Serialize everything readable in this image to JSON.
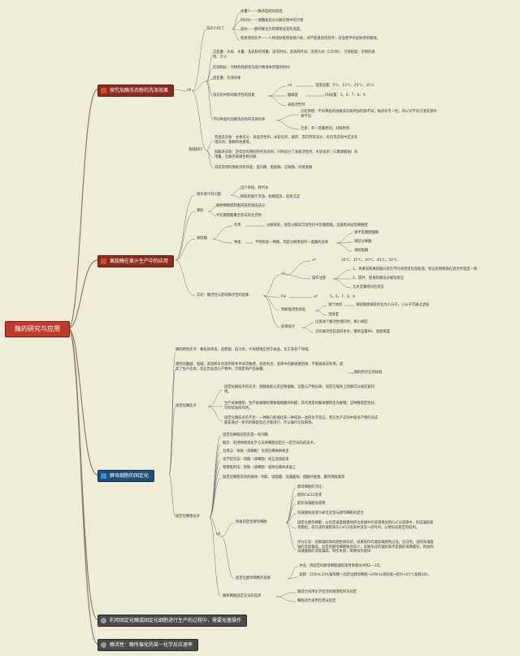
{
  "root": "酶的研究与应用",
  "branches": {
    "b1": "探究加酶洗衣粉的洗涤效果",
    "b2": "果胶酶在果汁生产中的应用",
    "b3": "酵母细胞的固定化",
    "b4": "利用固定化酶或固定化细胞进行生产的过程中，需要无菌操作",
    "b5": "酶活性：酶所催化的某一化学反应速率"
  },
  "b1": {
    "xifa": "洗衣小窍门",
    "xf1": "水量少——酶浓度相对较高",
    "xf2": "时间长——使酶能充分分解衣物中的污物",
    "xf3": "温水——酶的催化作用需要适宜的温度。",
    "xf4": "低速清洗双手——人体皮肤能够直接凸痕，如不能直接洗双手，就会使手的皮肤受到腐蚀。",
    "var": "自变量：水质、水量、洗衣粉的用量、浸泡时间、洗涤的时间、洗涤方式（2次/秒）、污渍程度、衣物的质地、大小",
    "ctrl": "检测指标：污物的残留状况或污物清失所需的时间",
    "dep": "因变量：洗涤效果",
    "factor": "洗衣粉中影响酶活性的因素",
    "temp": "温度设置：5℃、15℃、25℃、35℃",
    "ph": "PH设置：5、6、7、8、9",
    "surf": "表面活性剂",
    "diff": "不同种类的加酶洗衣粉的洗涤效果",
    "d1": "实验原理：不同种类的加酶洗衣粉所加的酶不同，酶具有专一性，所以对不同污渍洗涤效果不同",
    "d2": "注意：单一变量原则，对照原则",
    "basic": "基础知识",
    "k1": "普通洗衣粉：主要成分：表面活性剂、水软化剂、碱剂、漂白剂等成分，有的洗衣粉中还含有增白剂、香精和色素等。",
    "k2": "加酶洗衣粉：是指含有酶制剂的洗衣粉，同时成分了表面活性剂、水软化剂（三聚磷酸钠）的用量，且酶可被微生物分解",
    "k3": "目前常用的酶制剂有四类：蛋白酶、脂肪酶、淀粉酶、纤维素酶"
  },
  "b2": {
    "zzz": "制作果汁的问题",
    "z1": "出汁率低、耗时长",
    "z2": "榨取的果汁浑浊、粘稠度高，容易沉淀",
    "guojiao": "果胶",
    "g1": "植物细胞壁和胞间层的组成成分",
    "g2": "半乳糖醛酸聚合而成的化合物",
    "gjm": "果胶酶",
    "gz": "作用",
    "gz1": "分解果胶，使其分解成可溶性的半乳糖醛酸，瓦解胞间层及细胞壁",
    "zl": "种类",
    "zl0": "不特指某一种酶，而是分解果胶的一类酶的总称",
    "zl1": "果半乳糖醛酸酶",
    "zl2": "果胶分解酶",
    "zl3": "果胶酯酶",
    "exp": "实验：酶活性与影响酶活性的因素",
    "wd": "温度",
    "wdv": "30℃、35℃、40℃、45℃、50℃",
    "czz": "操作注意",
    "c1": "1、将果泥和果胶酶分装在不同试管里恒温处理，保证底物和酶在混合时温度一致",
    "c2": "2、搅拌，使果胶酶充分催化反应",
    "c3": "无关变量相同且适宜",
    "phk": "PH",
    "phv": "5、6、7、8、9",
    "pd": "判断酶活性高低",
    "pd1": "果汁体积",
    "pd1a": "果胶酶使果胶转化为小分子，小分子可通过滤纸",
    "pd2": "澄清度",
    "jg": "结果统计",
    "jg1": "出现两个酶活性相同时，稀小梯度",
    "jg2": "没有酶活性较高的条件，重新设置PH、温度梯度"
  },
  "b3": {
    "m1": "酶的特性优点：催化效率高、低耗能、低污染。大规模地应用于食品、化工等各个领域。",
    "m2": "遇到对酸碱、强碱、高温和有机溶剂等条件非常敏感，容易失活；溶液中的酶很难回收、不能被再次利用，提高了生产成本；反应后会混在产物中，可能影响产品质量。",
    "m2r": "酶制剂存在的缺陷",
    "gdh": "固定化酶技术",
    "gh1": "固定化酶技术的优点：使酶既能与反应物接触，又能与产物分离；固定在载体上的酶可以被反复利用。",
    "gh2": "生产高果糖浆：生产高果糖浆需要葡萄糖异构酶；其作用是将葡萄糖转化为果糖；这种酶稳定性好，可持续发挥作用。",
    "gh3": "固定化酶技术的不足：一种酶只能催化某一种或某一类的化学反应，而在生产实际中很多产物的形成都是通过一系列的酶促反应才能进行，所以操作比较麻烦。",
    "gxj": "固定化细胞技术",
    "x1": "固定化细胞固定的是一系列酶",
    "x2": "概念：利用物理或化学方法将细胞固定在一定空间内的技术。",
    "x3": "包埋法：将酶（或细胞）包埋在细微网格里",
    "x4": "化学结合法：将酶（或细胞）相互连接起来",
    "x5": "物理吸附法：将酶（或细胞）吸附在载体表面上",
    "x6": "固定化细胞常用的载体：明胶、琼脂糖、海藻酸钠、醋酸纤维素、聚丙烯酰胺等",
    "yb": "制备固定化酵母细胞",
    "y1": "酵母细胞的活化；",
    "y2": "配制CaCl2溶液",
    "y3": "配制海藻酸钠溶液",
    "y4": "海藻酸钠溶液冷却至室温与酵母细胞的混合",
    "y5": "固定化酵母细胞：以恒定速度缓慢地将注射器中的溶液滴加到CaCl2溶液中，形成凝胶珠状颗粒。前在成的凝胶珠在CaCl2溶液中浸泡一段时间，以便形成稳定的结构。",
    "y6": "评价实验：观察凝胶珠的颜色和形状，如果制作的凝胶珠颜色过浅、呈白色，说明海藻酸钠的浓度偏低，固定的酵母细胞数目较少；如果形成的凝胶珠不是圆形或椭圆形，则说明海藻酸钠的浓度偏高，制作失败，需要再作尝试",
    "fj": "固定化酵母细胞的发酵",
    "f1": "冲洗：将固定的酵母细胞凝胶珠用蒸馏水冲洗2~3次。",
    "f2": "发酵：150mL10%葡萄糖＋固定化酵母细胞→200mL锥形瓶→密封→25℃发酵24h。",
    "xz": "酶和细胞固定方法的选择",
    "xz1": "酶适合采用化学结合和物理吸附法固定",
    "xz2": "细胞适合采用包埋法固定"
  }
}
